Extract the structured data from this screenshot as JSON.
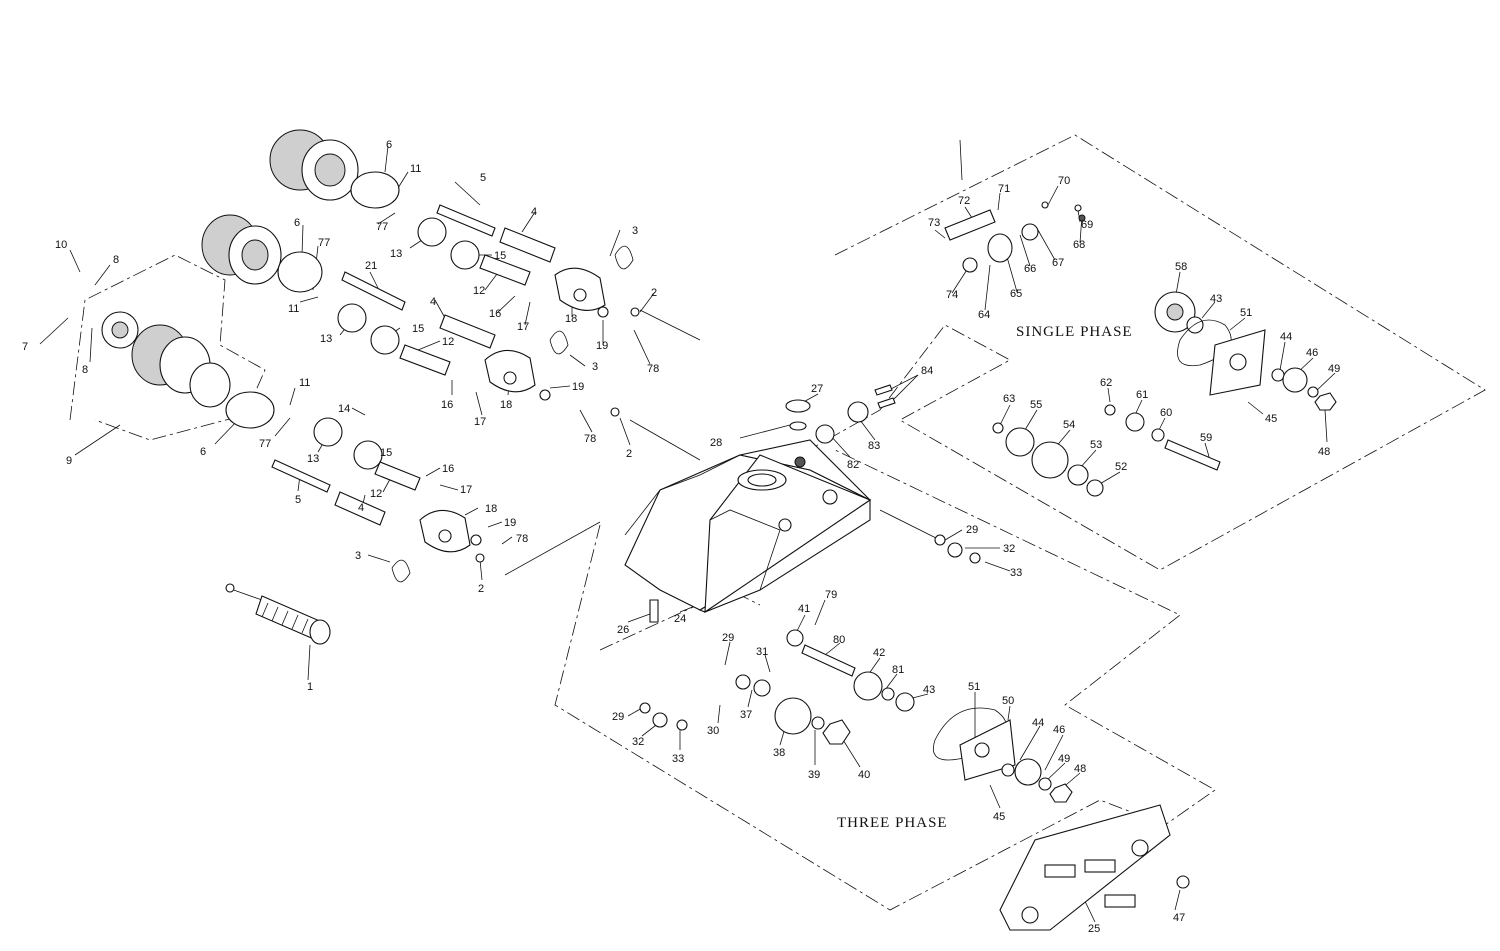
{
  "captions": {
    "single_phase": "SINGLE PHASE",
    "three_phase": "THREE PHASE"
  },
  "part_labels": [
    {
      "id": "l1",
      "text": "1"
    },
    {
      "id": "l2a",
      "text": "2"
    },
    {
      "id": "l2b",
      "text": "2"
    },
    {
      "id": "l2c",
      "text": "2"
    },
    {
      "id": "l3a",
      "text": "3"
    },
    {
      "id": "l3b",
      "text": "3"
    },
    {
      "id": "l3c",
      "text": "3"
    },
    {
      "id": "l4a",
      "text": "4"
    },
    {
      "id": "l4b",
      "text": "4"
    },
    {
      "id": "l4c",
      "text": "4"
    },
    {
      "id": "l5a",
      "text": "5"
    },
    {
      "id": "l5b",
      "text": "5"
    },
    {
      "id": "l6a",
      "text": "6"
    },
    {
      "id": "l6b",
      "text": "6"
    },
    {
      "id": "l6c",
      "text": "6"
    },
    {
      "id": "l7",
      "text": "7"
    },
    {
      "id": "l8a",
      "text": "8"
    },
    {
      "id": "l8b",
      "text": "8"
    },
    {
      "id": "l9",
      "text": "9"
    },
    {
      "id": "l10",
      "text": "10"
    },
    {
      "id": "l11a",
      "text": "11"
    },
    {
      "id": "l11b",
      "text": "11"
    },
    {
      "id": "l11c",
      "text": "11"
    },
    {
      "id": "l12a",
      "text": "12"
    },
    {
      "id": "l12b",
      "text": "12"
    },
    {
      "id": "l12c",
      "text": "12"
    },
    {
      "id": "l13a",
      "text": "13"
    },
    {
      "id": "l13b",
      "text": "13"
    },
    {
      "id": "l13c",
      "text": "13"
    },
    {
      "id": "l14",
      "text": "14"
    },
    {
      "id": "l15a",
      "text": "15"
    },
    {
      "id": "l15b",
      "text": "15"
    },
    {
      "id": "l15c",
      "text": "15"
    },
    {
      "id": "l16a",
      "text": "16"
    },
    {
      "id": "l16b",
      "text": "16"
    },
    {
      "id": "l16c",
      "text": "16"
    },
    {
      "id": "l17a",
      "text": "17"
    },
    {
      "id": "l17b",
      "text": "17"
    },
    {
      "id": "l17c",
      "text": "17"
    },
    {
      "id": "l18a",
      "text": "18"
    },
    {
      "id": "l18b",
      "text": "18"
    },
    {
      "id": "l18c",
      "text": "18"
    },
    {
      "id": "l19a",
      "text": "19"
    },
    {
      "id": "l19b",
      "text": "19"
    },
    {
      "id": "l19c",
      "text": "19"
    },
    {
      "id": "l21",
      "text": "21"
    },
    {
      "id": "l24",
      "text": "24"
    },
    {
      "id": "l25",
      "text": "25"
    },
    {
      "id": "l26",
      "text": "26"
    },
    {
      "id": "l27",
      "text": "27"
    },
    {
      "id": "l28",
      "text": "28"
    },
    {
      "id": "l29a",
      "text": "29"
    },
    {
      "id": "l29b",
      "text": "29"
    },
    {
      "id": "l29c",
      "text": "29"
    },
    {
      "id": "l30",
      "text": "30"
    },
    {
      "id": "l31",
      "text": "31"
    },
    {
      "id": "l32a",
      "text": "32"
    },
    {
      "id": "l32b",
      "text": "32"
    },
    {
      "id": "l33a",
      "text": "33"
    },
    {
      "id": "l33b",
      "text": "33"
    },
    {
      "id": "l37",
      "text": "37"
    },
    {
      "id": "l38",
      "text": "38"
    },
    {
      "id": "l39",
      "text": "39"
    },
    {
      "id": "l40",
      "text": "40"
    },
    {
      "id": "l41",
      "text": "41"
    },
    {
      "id": "l42",
      "text": "42"
    },
    {
      "id": "l43a",
      "text": "43"
    },
    {
      "id": "l43b",
      "text": "43"
    },
    {
      "id": "l44a",
      "text": "44"
    },
    {
      "id": "l44b",
      "text": "44"
    },
    {
      "id": "l45a",
      "text": "45"
    },
    {
      "id": "l45b",
      "text": "45"
    },
    {
      "id": "l46a",
      "text": "46"
    },
    {
      "id": "l46b",
      "text": "46"
    },
    {
      "id": "l47",
      "text": "47"
    },
    {
      "id": "l48a",
      "text": "48"
    },
    {
      "id": "l48b",
      "text": "48"
    },
    {
      "id": "l49a",
      "text": "49"
    },
    {
      "id": "l49b",
      "text": "49"
    },
    {
      "id": "l50",
      "text": "50"
    },
    {
      "id": "l51a",
      "text": "51"
    },
    {
      "id": "l51b",
      "text": "51"
    },
    {
      "id": "l52",
      "text": "52"
    },
    {
      "id": "l53",
      "text": "53"
    },
    {
      "id": "l54",
      "text": "54"
    },
    {
      "id": "l55",
      "text": "55"
    },
    {
      "id": "l58",
      "text": "58"
    },
    {
      "id": "l59",
      "text": "59"
    },
    {
      "id": "l60",
      "text": "60"
    },
    {
      "id": "l61",
      "text": "61"
    },
    {
      "id": "l62",
      "text": "62"
    },
    {
      "id": "l63",
      "text": "63"
    },
    {
      "id": "l64",
      "text": "64"
    },
    {
      "id": "l65",
      "text": "65"
    },
    {
      "id": "l66",
      "text": "66"
    },
    {
      "id": "l67",
      "text": "67"
    },
    {
      "id": "l68",
      "text": "68"
    },
    {
      "id": "l69",
      "text": "69"
    },
    {
      "id": "l70",
      "text": "70"
    },
    {
      "id": "l71",
      "text": "71"
    },
    {
      "id": "l72",
      "text": "72"
    },
    {
      "id": "l73",
      "text": "73"
    },
    {
      "id": "l74",
      "text": "74"
    },
    {
      "id": "l77a",
      "text": "77"
    },
    {
      "id": "l77b",
      "text": "77"
    },
    {
      "id": "l77c",
      "text": "77"
    },
    {
      "id": "l78a",
      "text": "78"
    },
    {
      "id": "l78b",
      "text": "78"
    },
    {
      "id": "l78c",
      "text": "78"
    },
    {
      "id": "l79",
      "text": "79"
    },
    {
      "id": "l80",
      "text": "80"
    },
    {
      "id": "l81",
      "text": "81"
    },
    {
      "id": "l82",
      "text": "82"
    },
    {
      "id": "l83",
      "text": "83"
    },
    {
      "id": "l84",
      "text": "84"
    }
  ]
}
